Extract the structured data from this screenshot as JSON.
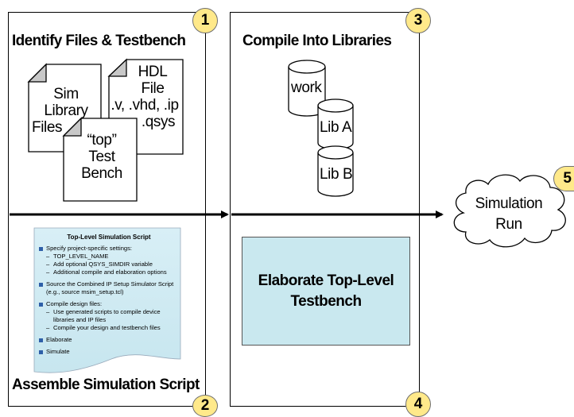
{
  "badges": {
    "one": "1",
    "two": "2",
    "three": "3",
    "four": "4",
    "five": "5"
  },
  "panel_left": {
    "heading_top": "Identify Files & Testbench",
    "heading_bottom": "Assemble Simulation Script"
  },
  "panel_right": {
    "heading_top": "Compile Into Libraries"
  },
  "documents": {
    "sim_library": [
      "Sim",
      "Library",
      "Files"
    ],
    "hdl": [
      "HDL",
      "File",
      ".v, .vhd, .ip",
      ".qsys"
    ],
    "testbench": [
      "“top”",
      "Test",
      "Bench"
    ]
  },
  "libraries": {
    "work": "work",
    "lib_a": "Lib A",
    "lib_b": "Lib B"
  },
  "script": {
    "title": "Top-Level Simulation Script",
    "item1": "Specify project-specific settings:",
    "item1_sub1": "TOP_LEVEL_NAME",
    "item1_sub2": "Add optional QSYS_SIMDIR variable",
    "item1_sub3": "Additional compile and elaboration options",
    "item2": "Source the Combined IP Setup Simulator Script (e.g., source msim_setup.tcl)",
    "item3": "Compile design files:",
    "item3_sub1": "Use generated scripts to compile device libraries and IP files",
    "item3_sub2": "Compile your design and testbench files",
    "item4": "Elaborate",
    "item5": "Simulate"
  },
  "elaborate": {
    "line1": "Elaborate Top-Level",
    "line2": "Testbench"
  },
  "simulation": {
    "line1": "Simulation",
    "line2": "Run"
  },
  "colors": {
    "badge": "#ffe98a",
    "elaborate_fill": "#c9e8ef",
    "script_fill": "#d5eef5",
    "doc_fold": "#c8c8c8"
  }
}
